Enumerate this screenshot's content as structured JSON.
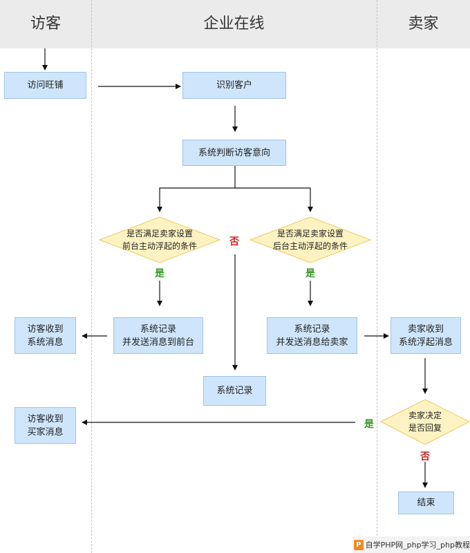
{
  "lanes": {
    "visitor": "访客",
    "online": "企业在线",
    "seller": "卖家"
  },
  "nodes": {
    "visit_shop": "访问旺铺",
    "identify_customer": "识别客户",
    "judge_intent": "系统判断访客意向",
    "cond_front": "是否满足卖家设置\n前台主动浮起的条件",
    "cond_back": "是否满足卖家设置\n后台主动浮起的条件",
    "record_send_front": "系统记录\n并发送消息到前台",
    "record_send_seller": "系统记录\n并发送消息给卖家",
    "visitor_receive_system": "访客收到\n系统消息",
    "seller_receive_float": "卖家收到\n系统浮起消息",
    "system_record": "系统记录",
    "visitor_receive_seller": "访客收到\n买家消息",
    "seller_decide_reply": "卖家决定\n是否回复",
    "end": "结束"
  },
  "labels": {
    "yes_left": "是",
    "yes_right": "是",
    "no_center": "否",
    "yes_reply": "是",
    "no_reply": "否"
  },
  "colors": {
    "box_fill": "#cfe5fb",
    "diamond_fill": "#fdf3c2",
    "yes": "#3a9a2a",
    "no": "#d21e1e"
  },
  "watermark": {
    "logo": "P",
    "text": "自学PHP网_php学习_php教程"
  }
}
